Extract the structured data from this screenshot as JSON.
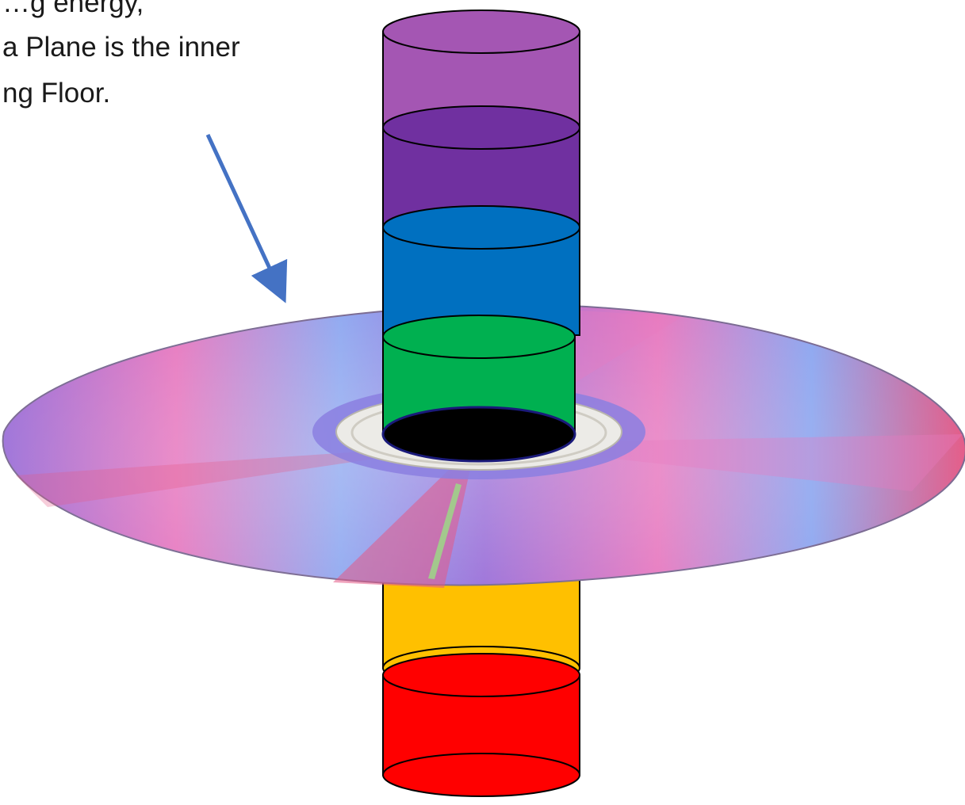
{
  "caption": {
    "lines": [
      "…g energy,",
      "a Plane is the inner",
      "ng Floor."
    ]
  },
  "arrow": {
    "color": "#4472C4"
  },
  "disc": {
    "colors": {
      "rim": "#7a6a92",
      "sheen_pink": "#e77ac0",
      "sheen_violet": "#9a6fd8",
      "sheen_blue": "#8fa8f0",
      "sheen_red": "#e45a86",
      "sheen_green": "#9fd28a",
      "hub_ring": "#8b7fe0",
      "hub": "#ecebe7"
    }
  },
  "cylinders": [
    {
      "name": "violet",
      "color": "#A456B3"
    },
    {
      "name": "indigo",
      "color": "#7030A0"
    },
    {
      "name": "blue",
      "color": "#0070C0"
    },
    {
      "name": "green",
      "color": "#00B050"
    },
    {
      "name": "yellow",
      "color": "#FFC000"
    },
    {
      "name": "red",
      "color": "#FF0000"
    }
  ],
  "opening": {
    "color": "#000000"
  }
}
